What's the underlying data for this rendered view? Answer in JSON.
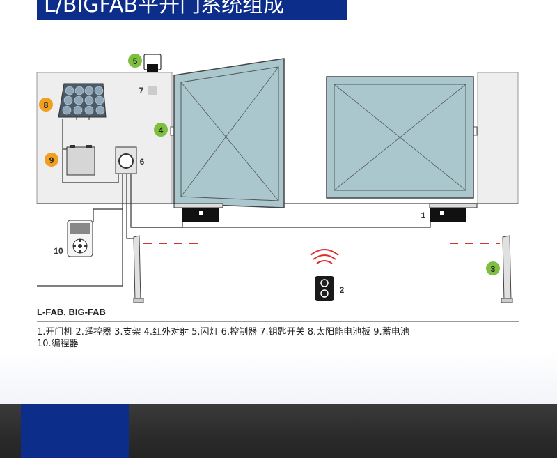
{
  "title": "L/BIGFAB平开门系统组成",
  "subtitle": "L-FAB, BIG-FAB",
  "callouts": {
    "c1": "1",
    "c2": "2",
    "c3": "3",
    "c4": "4",
    "c5": "5",
    "c6": "6",
    "c7": "7",
    "c8": "8",
    "c9": "9",
    "c10": "10"
  },
  "legend_line1": "1.开门机  2.遥控器  3.支架  4.红外对射  5.闪灯  6.控制器  7.钥匙开关 8.太阳能电池板 9.蓄电池",
  "legend_line2": "10.编程器",
  "colors": {
    "banner": "#0d2d8a",
    "callout_green": "#7fbf3f",
    "callout_orange": "#f0a020",
    "gate_fill": "#a9c7cd",
    "wall_fill": "#eeeeee",
    "beam_red": "#d9312b"
  }
}
